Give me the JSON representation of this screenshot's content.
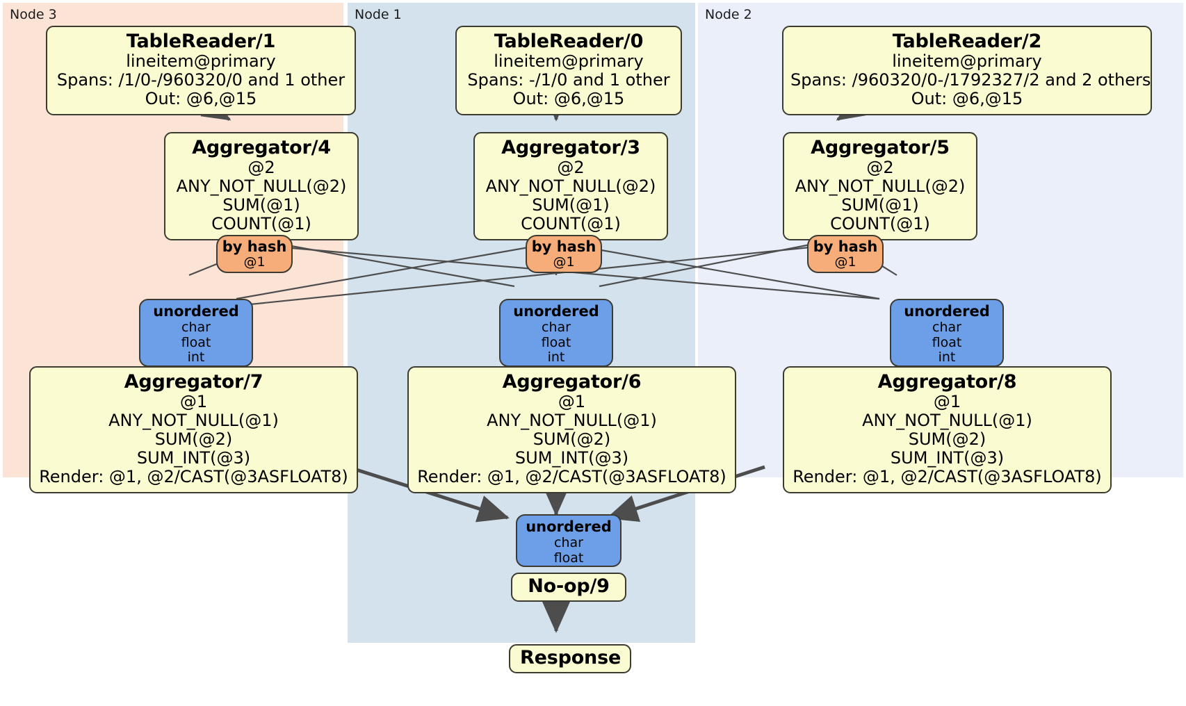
{
  "regions": [
    {
      "label": "Node 3",
      "color": "#fbe3d6"
    },
    {
      "label": "Node 1",
      "color": "#d3e2ec"
    },
    {
      "label": "Node 2",
      "color": "#eaeffa"
    }
  ],
  "colors": {
    "processor_fill": "#fbfbd2",
    "processor_stroke": "#3b3b32",
    "hash_router_fill": "#f7ad79",
    "unordered_router_fill": "#6c9fe8",
    "edge": "#4d4d4d",
    "canvas": "#ffffff"
  },
  "processors": {
    "table_reader_1": {
      "title": "TableReader/1",
      "lines": [
        "lineitem@primary",
        "Spans: /1/0-/960320/0 and 1 other",
        "Out: @6,@15"
      ]
    },
    "table_reader_0": {
      "title": "TableReader/0",
      "lines": [
        "lineitem@primary",
        "Spans: -/1/0 and 1 other",
        "Out: @6,@15"
      ]
    },
    "table_reader_2": {
      "title": "TableReader/2",
      "lines": [
        "lineitem@primary",
        "Spans: /960320/0-/1792327/2 and 2 others",
        "Out: @6,@15"
      ]
    },
    "aggregator_4": {
      "title": "Aggregator/4",
      "lines": [
        "@2",
        "ANY_NOT_NULL(@2)",
        "SUM(@1)",
        "COUNT(@1)"
      ]
    },
    "aggregator_3": {
      "title": "Aggregator/3",
      "lines": [
        "@2",
        "ANY_NOT_NULL(@2)",
        "SUM(@1)",
        "COUNT(@1)"
      ]
    },
    "aggregator_5": {
      "title": "Aggregator/5",
      "lines": [
        "@2",
        "ANY_NOT_NULL(@2)",
        "SUM(@1)",
        "COUNT(@1)"
      ]
    },
    "aggregator_7": {
      "title": "Aggregator/7",
      "lines": [
        "@1",
        "ANY_NOT_NULL(@1)",
        "SUM(@2)",
        "SUM_INT(@3)",
        "Render: @1, @2/CAST(@3ASFLOAT8)"
      ]
    },
    "aggregator_6": {
      "title": "Aggregator/6",
      "lines": [
        "@1",
        "ANY_NOT_NULL(@1)",
        "SUM(@2)",
        "SUM_INT(@3)",
        "Render: @1, @2/CAST(@3ASFLOAT8)"
      ]
    },
    "aggregator_8": {
      "title": "Aggregator/8",
      "lines": [
        "@1",
        "ANY_NOT_NULL(@1)",
        "SUM(@2)",
        "SUM_INT(@3)",
        "Render: @1, @2/CAST(@3ASFLOAT8)"
      ]
    },
    "noop_9": {
      "title": "No-op/9",
      "lines": []
    },
    "response": {
      "title": "Response",
      "lines": []
    }
  },
  "routers": {
    "hash_left": {
      "title": "by hash",
      "lines": [
        "@1"
      ]
    },
    "hash_center": {
      "title": "by hash",
      "lines": [
        "@1"
      ]
    },
    "hash_right": {
      "title": "by hash",
      "lines": [
        "@1"
      ]
    },
    "unordered_left": {
      "title": "unordered",
      "lines": [
        "char",
        "float",
        "int"
      ]
    },
    "unordered_center": {
      "title": "unordered",
      "lines": [
        "char",
        "float",
        "int"
      ]
    },
    "unordered_right": {
      "title": "unordered",
      "lines": [
        "char",
        "float",
        "int"
      ]
    },
    "unordered_final": {
      "title": "unordered",
      "lines": [
        "char",
        "float"
      ]
    }
  }
}
